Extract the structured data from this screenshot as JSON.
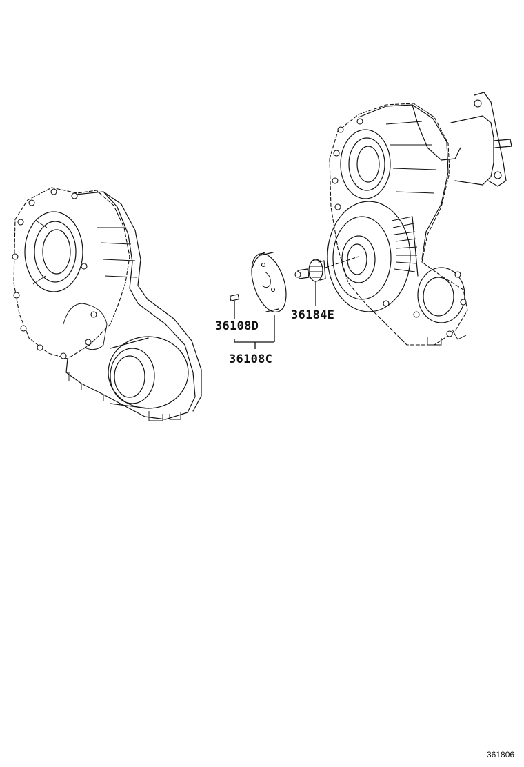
{
  "parts": [
    {
      "id": "36108D",
      "label": "36108D"
    },
    {
      "id": "36108C",
      "label": "36108C"
    },
    {
      "id": "36184E",
      "label": "36184E"
    }
  ],
  "diagram_number": "361806"
}
